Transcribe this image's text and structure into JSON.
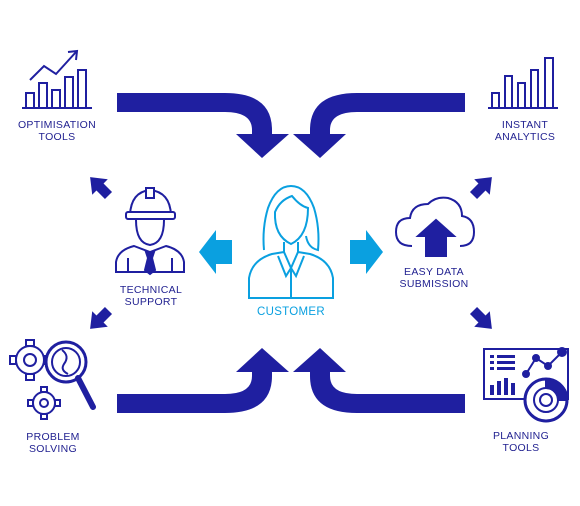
{
  "colors": {
    "navy": "#1f1fa0",
    "light_blue": "#0aa0e0",
    "text_navy": "#1f1f8f"
  },
  "labels": {
    "optimisation_tools": [
      "OPTIMISATION",
      "TOOLS"
    ],
    "instant_analytics": [
      "INSTANT",
      "ANALYTICS"
    ],
    "technical_support": [
      "TECHNICAL",
      "SUPPORT"
    ],
    "customer": "CUSTOMER",
    "easy_data_submission": [
      "EASY DATA",
      "SUBMISSION"
    ],
    "problem_solving": [
      "PROBLEM",
      "SOLVING"
    ],
    "planning_tools": [
      "PLANNING",
      "TOOLS"
    ]
  },
  "icons": {
    "optimisation": "bar-chart-trend-icon",
    "analytics": "bar-chart-icon",
    "support": "engineer-hardhat-icon",
    "customer": "woman-user-icon",
    "data_submission": "cloud-upload-icon",
    "problem_solving": "gears-magnifier-icon",
    "planning": "dashboard-chart-icon"
  }
}
